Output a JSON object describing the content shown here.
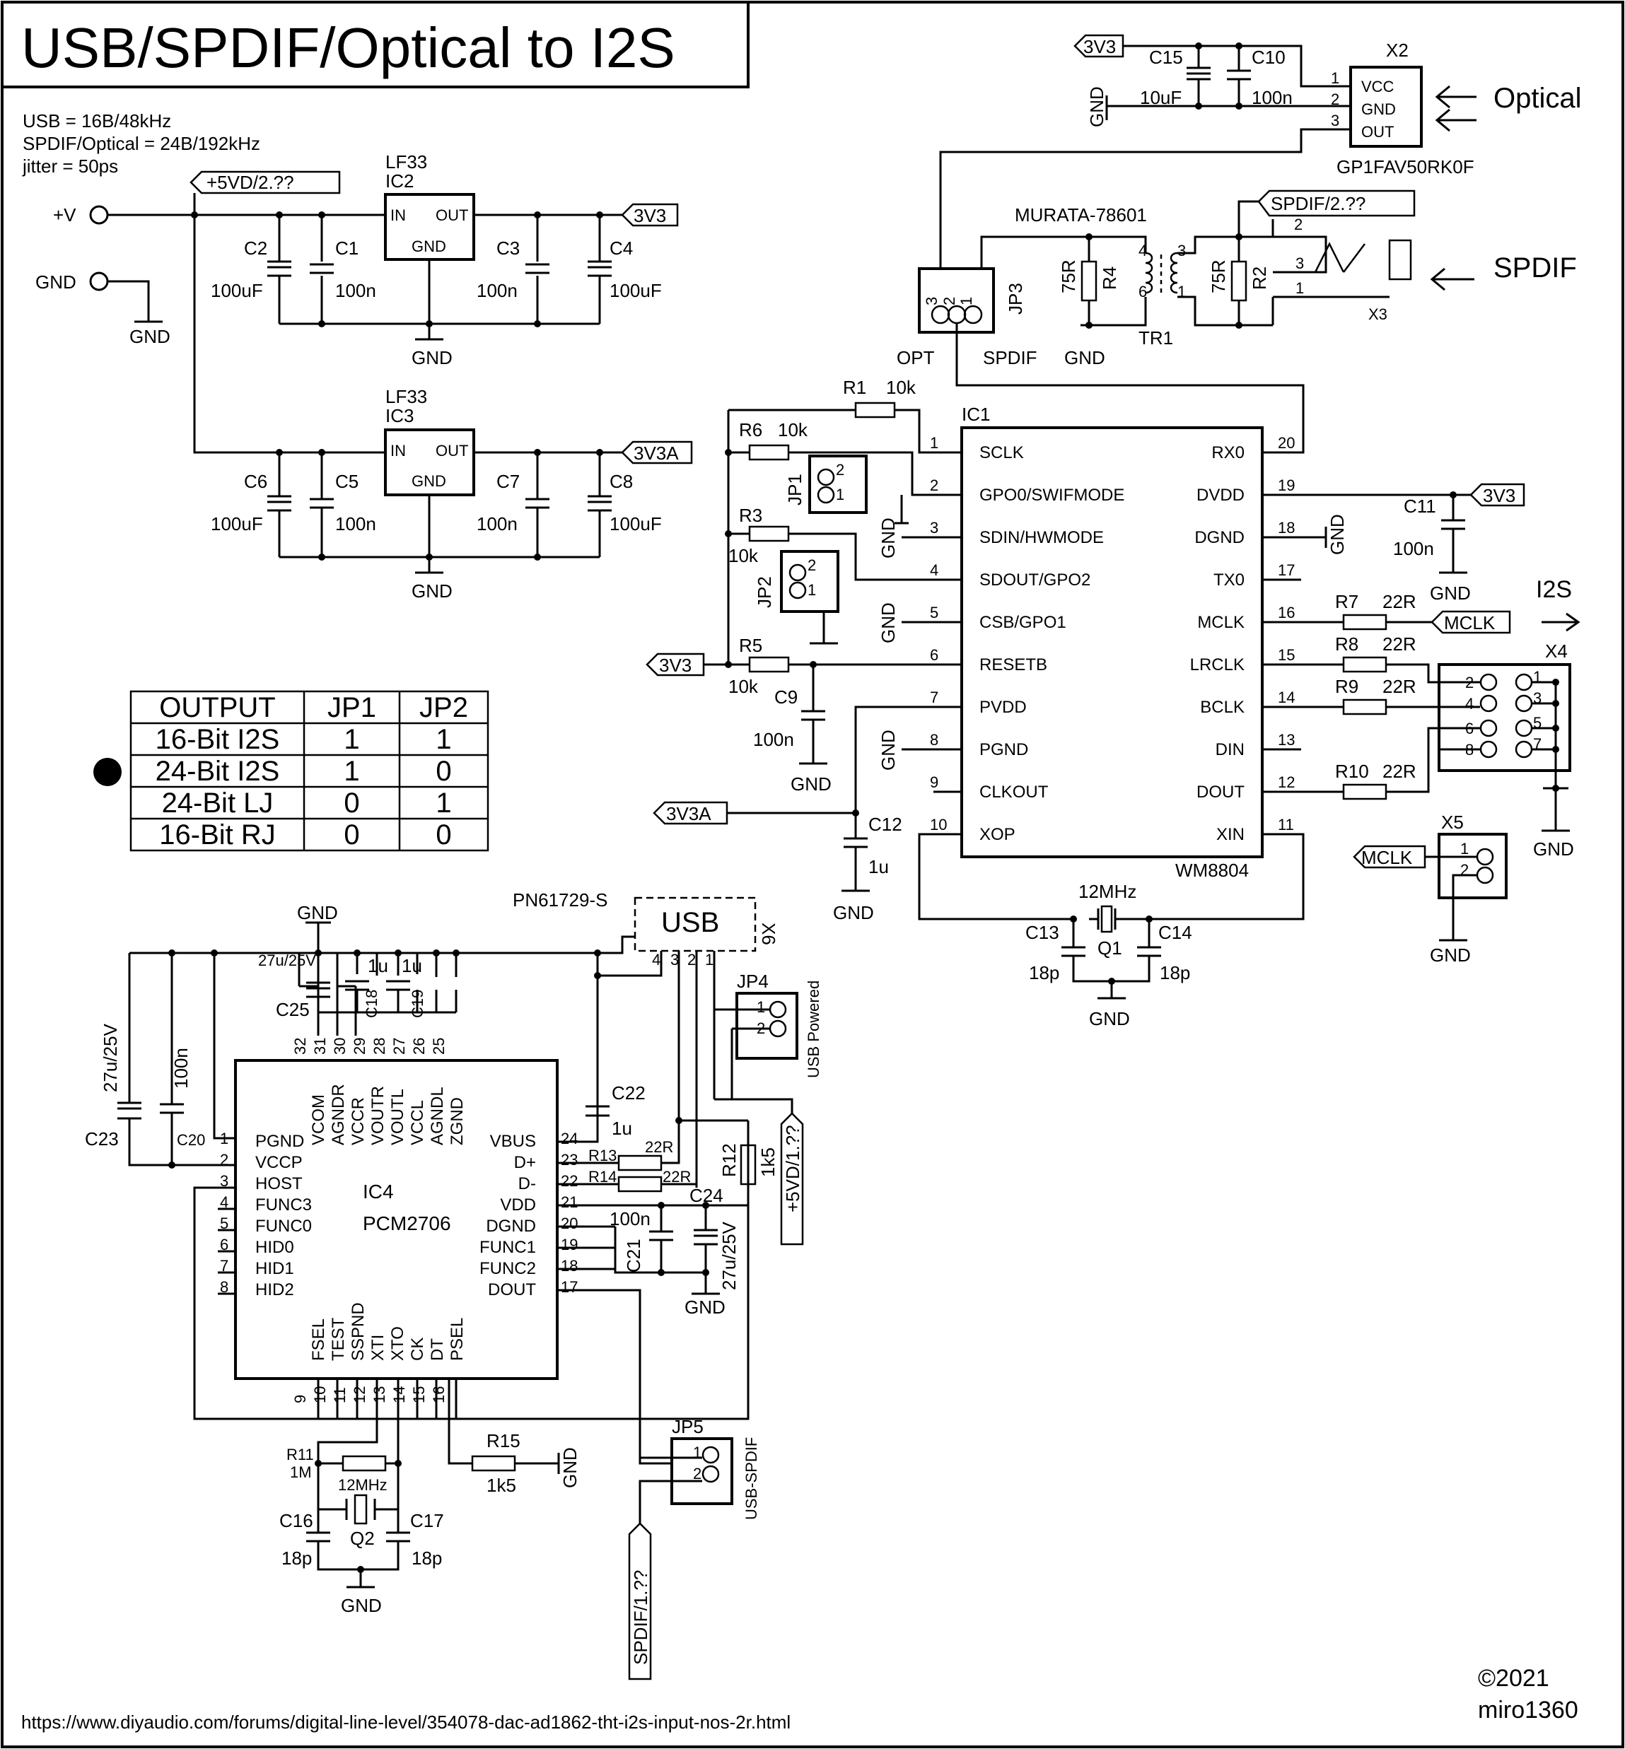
{
  "title": "USB/SPDIF/Optical to I2S",
  "specs": [
    "USB = 16B/48kHz",
    "SPDIF/Optical = 24B/192kHz",
    "jitter = 50ps"
  ],
  "url": "https://www.diyaudio.com/forums/digital-line-level/354078-dac-ad1862-tht-i2s-input-nos-2r.html",
  "copyright": [
    "©2021",
    "miro1360"
  ],
  "power": {
    "vplus": "+V",
    "gnd": "GND",
    "net_5vd": "+5VD/2.??",
    "net_3v3": "3V3",
    "net_3v3a": "3V3A",
    "ic2": {
      "type": "LF33",
      "ref": "IC2",
      "in": "IN",
      "out": "OUT",
      "gnd": "GND"
    },
    "ic3": {
      "type": "LF33",
      "ref": "IC3",
      "in": "IN",
      "out": "OUT",
      "gnd": "GND"
    },
    "caps": {
      "c2": {
        "ref": "C2",
        "val": "100uF"
      },
      "c1": {
        "ref": "C1",
        "val": "100n"
      },
      "c3": {
        "ref": "C3",
        "val": "100n"
      },
      "c4": {
        "ref": "C4",
        "val": "100uF"
      },
      "c6": {
        "ref": "C6",
        "val": "100uF"
      },
      "c5": {
        "ref": "C5",
        "val": "100n"
      },
      "c7": {
        "ref": "C7",
        "val": "100n"
      },
      "c8": {
        "ref": "C8",
        "val": "100uF"
      }
    }
  },
  "optical": {
    "label": "Optical",
    "ref": "X2",
    "part": "GP1FAV50RK0F",
    "pins": [
      "VCC",
      "GND",
      "OUT"
    ],
    "pin_nums": [
      "1",
      "2",
      "3"
    ],
    "c15": {
      "ref": "C15",
      "val": "10uF"
    },
    "c10": {
      "ref": "C10",
      "val": "100n"
    },
    "net": "3V3",
    "gnd": "GND"
  },
  "spdif": {
    "label": "SPDIF",
    "net": "SPDIF/2.??",
    "transformer": "MURATA-78601",
    "tr": "TR1",
    "r4": {
      "ref": "R4",
      "val": "75R"
    },
    "r2": {
      "ref": "R2",
      "val": "75R"
    },
    "x3": "X3",
    "tr_pins": [
      "4",
      "6",
      "3",
      "1"
    ],
    "jack_pins": [
      "2",
      "3",
      "1"
    ],
    "gnd": "GND"
  },
  "jp3": {
    "ref": "JP3",
    "pins": [
      "3",
      "2",
      "1"
    ],
    "opt": "OPT",
    "spdif": "SPDIF"
  },
  "wm8804": {
    "ref": "IC1",
    "part": "WM8804",
    "left": [
      {
        "n": "1",
        "name": "SCLK"
      },
      {
        "n": "2",
        "name": "GPO0/SWIFMODE"
      },
      {
        "n": "3",
        "name": "SDIN/HWMODE"
      },
      {
        "n": "4",
        "name": "SDOUT/GPO2"
      },
      {
        "n": "5",
        "name": "CSB/GPO1"
      },
      {
        "n": "6",
        "name": "RESETB"
      },
      {
        "n": "7",
        "name": "PVDD"
      },
      {
        "n": "8",
        "name": "PGND"
      },
      {
        "n": "9",
        "name": "CLKOUT"
      },
      {
        "n": "10",
        "name": "XOP"
      }
    ],
    "right": [
      {
        "n": "20",
        "name": "RX0"
      },
      {
        "n": "19",
        "name": "DVDD"
      },
      {
        "n": "18",
        "name": "DGND"
      },
      {
        "n": "17",
        "name": "TX0"
      },
      {
        "n": "16",
        "name": "MCLK"
      },
      {
        "n": "15",
        "name": "LRCLK"
      },
      {
        "n": "14",
        "name": "BCLK"
      },
      {
        "n": "13",
        "name": "DIN"
      },
      {
        "n": "12",
        "name": "DOUT"
      },
      {
        "n": "11",
        "name": "XIN"
      }
    ]
  },
  "wm_parts": {
    "r1": {
      "ref": "R1",
      "val": "10k"
    },
    "r6": {
      "ref": "R6",
      "val": "10k"
    },
    "r3": {
      "ref": "R3",
      "val": "10k"
    },
    "r5": {
      "ref": "R5",
      "val": "10k"
    },
    "c9": {
      "ref": "C9",
      "val": "100n"
    },
    "c11": {
      "ref": "C11",
      "val": "100n"
    },
    "c12": {
      "ref": "C12",
      "val": "1u"
    },
    "c13": {
      "ref": "C13",
      "val": "18p"
    },
    "c14": {
      "ref": "C14",
      "val": "18p"
    },
    "q1": {
      "ref": "Q1",
      "val": "12MHz"
    },
    "r7": {
      "ref": "R7",
      "val": "22R"
    },
    "r8": {
      "ref": "R8",
      "val": "22R"
    },
    "r9": {
      "ref": "R9",
      "val": "22R"
    },
    "r10": {
      "ref": "R10",
      "val": "22R"
    },
    "jp1": "JP1",
    "jp2": "JP2",
    "net_3v3": "3V3",
    "net_3v3a": "3V3A",
    "mclk": "MCLK",
    "gnd": "GND"
  },
  "i2s": {
    "label": "I2S",
    "x4": "X4",
    "x4_left": [
      "2",
      "4",
      "6",
      "8"
    ],
    "x4_right": [
      "1",
      "3",
      "5",
      "7"
    ],
    "x5": "X5",
    "x5_pins": [
      "1",
      "2"
    ],
    "mclk": "MCLK"
  },
  "table": {
    "headers": [
      "OUTPUT",
      "JP1",
      "JP2"
    ],
    "rows": [
      [
        "16-Bit I2S",
        "1",
        "1"
      ],
      [
        "24-Bit I2S",
        "1",
        "0"
      ],
      [
        "24-Bit LJ",
        "0",
        "1"
      ],
      [
        "16-Bit RJ",
        "0",
        "0"
      ]
    ]
  },
  "pcm2706": {
    "ref": "IC4",
    "part": "PCM2706",
    "left": [
      {
        "n": "1",
        "name": "PGND"
      },
      {
        "n": "2",
        "name": "VCCP"
      },
      {
        "n": "3",
        "name": "HOST"
      },
      {
        "n": "4",
        "name": "FUNC3"
      },
      {
        "n": "5",
        "name": "FUNC0"
      },
      {
        "n": "6",
        "name": "HID0"
      },
      {
        "n": "7",
        "name": "HID1"
      },
      {
        "n": "8",
        "name": "HID2"
      }
    ],
    "right": [
      {
        "n": "24",
        "name": "VBUS"
      },
      {
        "n": "23",
        "name": "D+"
      },
      {
        "n": "22",
        "name": "D-"
      },
      {
        "n": "21",
        "name": "VDD"
      },
      {
        "n": "20",
        "name": "DGND"
      },
      {
        "n": "19",
        "name": "FUNC1"
      },
      {
        "n": "18",
        "name": "FUNC2"
      },
      {
        "n": "17",
        "name": "DOUT"
      }
    ],
    "top": [
      {
        "n": "32",
        "name": "VCOM"
      },
      {
        "n": "31",
        "name": "AGNDR"
      },
      {
        "n": "30",
        "name": "VCCR"
      },
      {
        "n": "29",
        "name": "VOUTR"
      },
      {
        "n": "28",
        "name": "VOUTL"
      },
      {
        "n": "27",
        "name": "VCCL"
      },
      {
        "n": "26",
        "name": "AGNDL"
      },
      {
        "n": "25",
        "name": "ZGND"
      }
    ],
    "bottom": [
      {
        "n": "9",
        "name": "FSEL"
      },
      {
        "n": "10",
        "name": "TEST"
      },
      {
        "n": "11",
        "name": "SSPND"
      },
      {
        "n": "12",
        "name": "XTI"
      },
      {
        "n": "13",
        "name": "XTO"
      },
      {
        "n": "14",
        "name": "CK"
      },
      {
        "n": "15",
        "name": "DT"
      },
      {
        "n": "16",
        "name": "PSEL"
      }
    ]
  },
  "usb_parts": {
    "usb": "USB",
    "x6": "X6",
    "part": "PN61729-S",
    "usb_pins": [
      "4",
      "3",
      "2",
      "1"
    ],
    "c25": {
      "ref": "C25",
      "val": "27u/25V"
    },
    "c18": {
      "ref": "C18",
      "val": "1u"
    },
    "c19": {
      "ref": "C19",
      "val": "1u"
    },
    "c23": {
      "ref": "C23",
      "val": "27u/25V"
    },
    "c20": {
      "ref": "C20",
      "val": "100n"
    },
    "c22": {
      "ref": "C22",
      "val": "1u"
    },
    "c21": {
      "ref": "C21",
      "val": "100n"
    },
    "c24": {
      "ref": "C24",
      "val": "27u/25V"
    },
    "r13": {
      "ref": "R13",
      "val": "22R"
    },
    "r14": {
      "ref": "R14",
      "val": "22R"
    },
    "r12": {
      "ref": "R12",
      "val": "1k5"
    },
    "r11": {
      "ref": "R11",
      "val": "1M"
    },
    "r15": {
      "ref": "R15",
      "val": "1k5"
    },
    "q2": {
      "ref": "Q2",
      "val": "12MHz"
    },
    "c16": {
      "ref": "C16",
      "val": "18p"
    },
    "c17": {
      "ref": "C17",
      "val": "18p"
    },
    "jp4": {
      "ref": "JP4",
      "note": "USB Powered",
      "pins": [
        "1",
        "2"
      ]
    },
    "jp5": {
      "ref": "JP5",
      "note": "USB-SPDIF",
      "pins": [
        "1",
        "2"
      ]
    },
    "net_5vd": "+5VD/1.??",
    "net_spdif": "SPDIF/1.??",
    "gnd": "GND"
  }
}
